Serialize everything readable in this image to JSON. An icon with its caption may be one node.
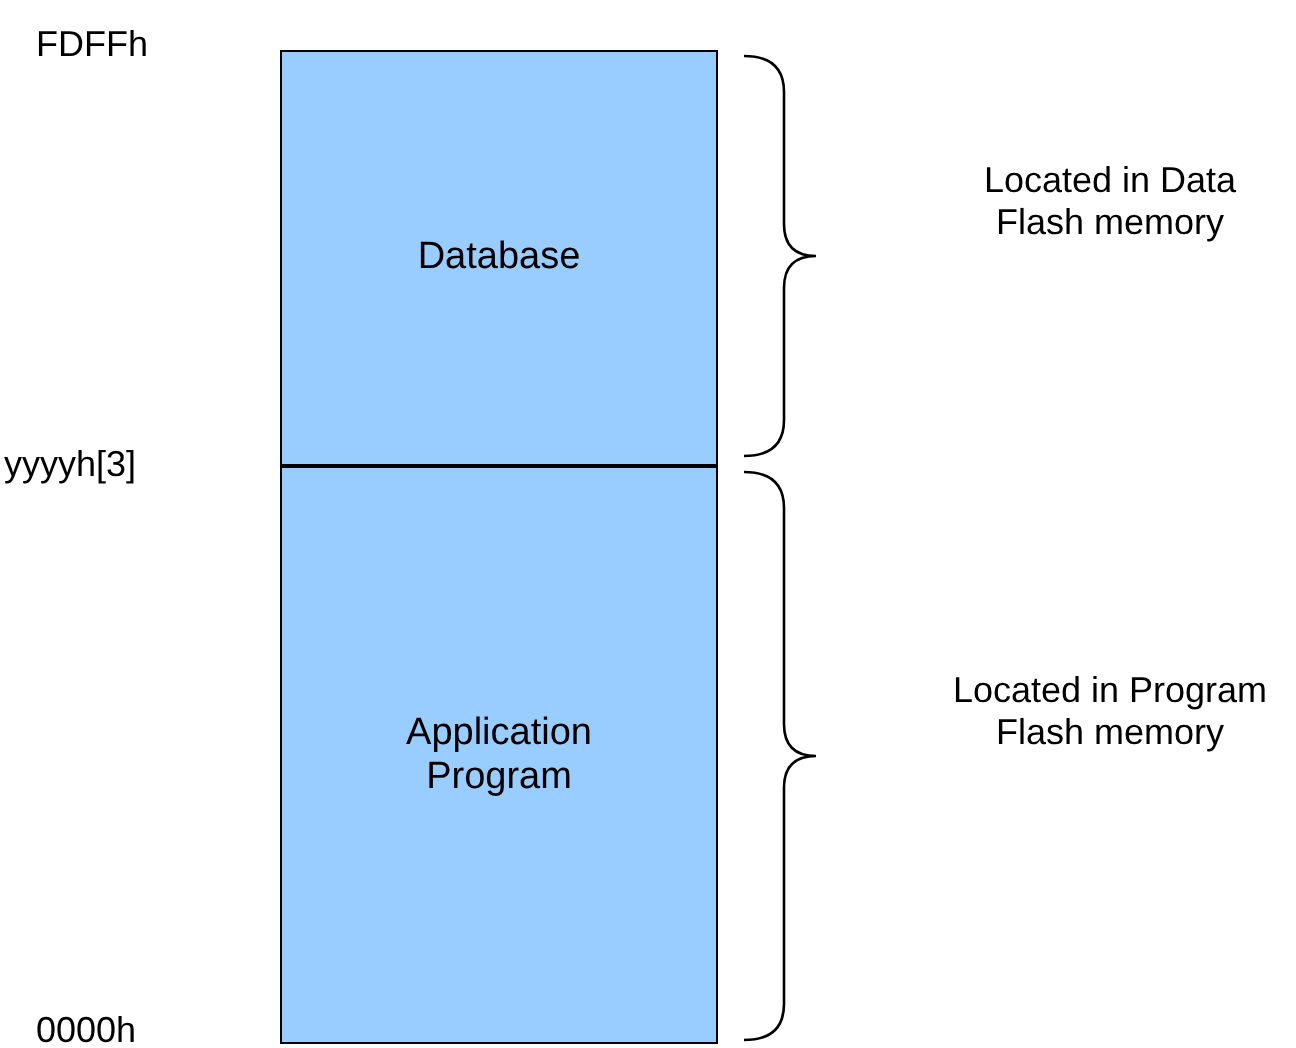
{
  "diagram": {
    "nodes": [
      {
        "text": [
          "Database"
        ]
      },
      {
        "text": [
          "Application Program"
        ]
      }
    ],
    "labels": [
      "FDFFh",
      "Located in Data Flash memory",
      "yyyyh[3]",
      "Located in Program Flash memory",
      "0000h"
    ]
  }
}
